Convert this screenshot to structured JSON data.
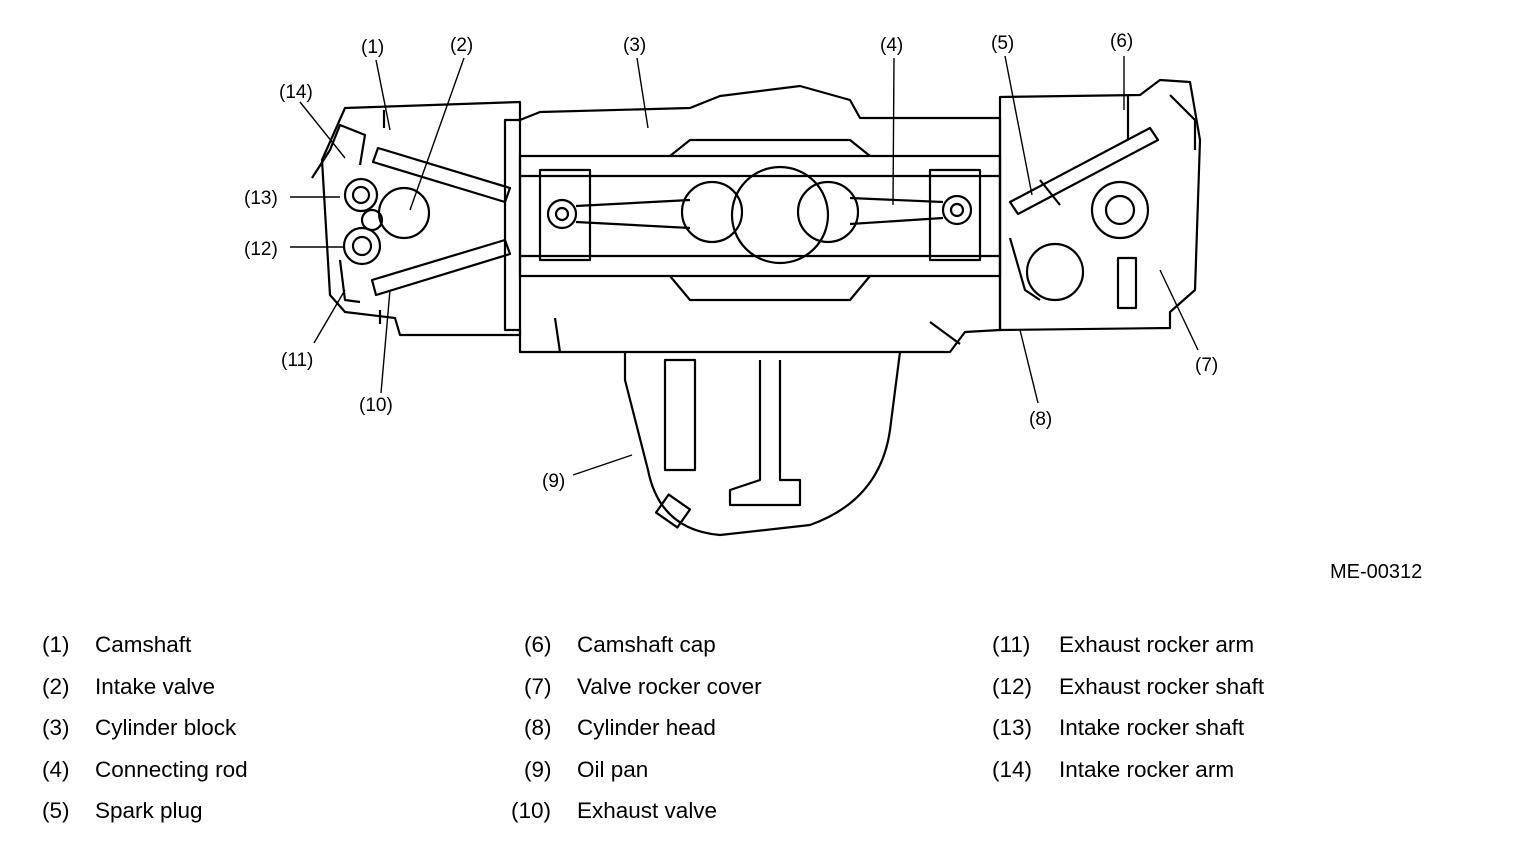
{
  "figure_code": "ME-00312",
  "callouts": [
    "(1)",
    "(2)",
    "(3)",
    "(4)",
    "(5)",
    "(6)",
    "(7)",
    "(8)",
    "(9)",
    "(10)",
    "(11)",
    "(12)",
    "(13)",
    "(14)"
  ],
  "legend": [
    {
      "num": "(1)",
      "label": "Camshaft"
    },
    {
      "num": "(2)",
      "label": "Intake valve"
    },
    {
      "num": "(3)",
      "label": "Cylinder block"
    },
    {
      "num": "(4)",
      "label": "Connecting rod"
    },
    {
      "num": "(5)",
      "label": "Spark plug"
    },
    {
      "num": "(6)",
      "label": "Camshaft cap"
    },
    {
      "num": "(7)",
      "label": "Valve rocker cover"
    },
    {
      "num": "(8)",
      "label": "Cylinder head"
    },
    {
      "num": "(9)",
      "label": "Oil pan"
    },
    {
      "num": "(10)",
      "label": "Exhaust valve"
    },
    {
      "num": "(11)",
      "label": "Exhaust rocker arm"
    },
    {
      "num": "(12)",
      "label": "Exhaust rocker shaft"
    },
    {
      "num": "(13)",
      "label": "Intake rocker shaft"
    },
    {
      "num": "(14)",
      "label": "Intake rocker arm"
    }
  ]
}
